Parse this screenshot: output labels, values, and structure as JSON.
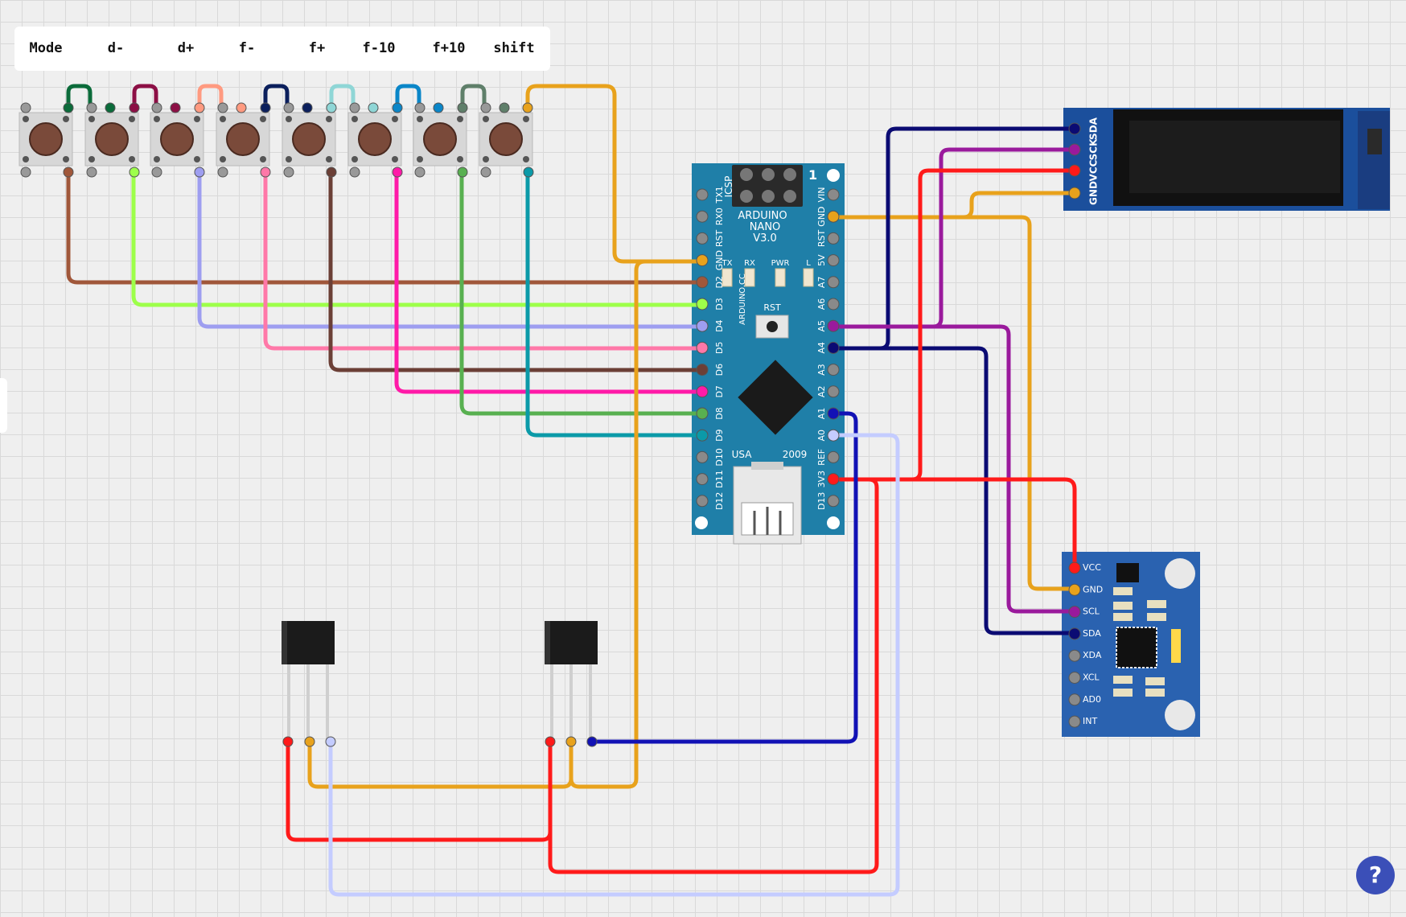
{
  "buttons": {
    "labels": [
      "Mode",
      "d-",
      "d+",
      "f-",
      "f+",
      "f-10",
      "f+10",
      "shift"
    ]
  },
  "nano": {
    "title_lines": [
      "ARDUINO",
      "NANO",
      "V3.0"
    ],
    "icsp": "ICSP",
    "pin1": "1",
    "left_pins": [
      "TX1",
      "RX0",
      "RST",
      "GND",
      "D2",
      "D3",
      "D4",
      "D5",
      "D6",
      "D7",
      "D8",
      "D9",
      "D10",
      "D11",
      "D12"
    ],
    "right_pins": [
      "VIN",
      "GND",
      "RST",
      "5V",
      "A7",
      "A6",
      "A5",
      "A4",
      "A3",
      "A2",
      "A1",
      "A0",
      "REF",
      "3V3",
      "D13"
    ],
    "leds": [
      "TX",
      "RX",
      "PWR",
      "L"
    ],
    "rst_label": "RST",
    "cc_label": "ARDUINO.CC",
    "usa": "USA",
    "year": "2009"
  },
  "oled": {
    "pins": [
      "SDA",
      "SCK",
      "VCC",
      "GND"
    ]
  },
  "mpu": {
    "pins": [
      "VCC",
      "GND",
      "SCL",
      "SDA",
      "XDA",
      "XCL",
      "AD0",
      "INT"
    ]
  },
  "help": {
    "label": "?"
  },
  "colors": {
    "nano_board": "#1f7fa8",
    "oled_board": "#1b4f9c",
    "mpu_board": "#2a62b0",
    "wire_gnd": "#e8a21c",
    "wire_vcc": "#ff1a1a",
    "wire_sda": "#0b0b73",
    "wire_scl": "#9a1a9c",
    "wire_a1": "#1212b5",
    "wire_a0": "#c4ccff"
  }
}
